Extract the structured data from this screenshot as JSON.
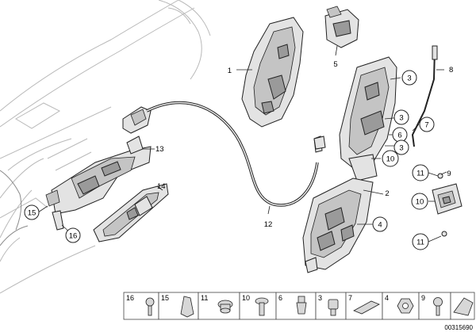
{
  "diagram": {
    "document_number": "00315690",
    "callouts": {
      "c1": "1",
      "c2": "2",
      "c3a": "3",
      "c3b": "3",
      "c3c": "3",
      "c4": "4",
      "c5": "5",
      "c6": "6",
      "c7": "7",
      "c8": "8",
      "c9": "9",
      "c10a": "10",
      "c10b": "10",
      "c11a": "11",
      "c11b": "11",
      "c12": "12",
      "c13": "13",
      "c14": "14",
      "c15": "15",
      "c16": "16"
    },
    "legend": [
      {
        "label": "16",
        "icon": "screw-icon"
      },
      {
        "label": "15",
        "icon": "clip-icon"
      },
      {
        "label": "11",
        "icon": "grommet-icon"
      },
      {
        "label": "10",
        "icon": "bolt-icon"
      },
      {
        "label": "6",
        "icon": "pin-clip-icon"
      },
      {
        "label": "3",
        "icon": "plug-icon"
      },
      {
        "label": "7",
        "icon": "foam-pad-icon"
      },
      {
        "label": "4",
        "icon": "nut-icon"
      },
      {
        "label": "9",
        "icon": "torx-screw-icon"
      }
    ]
  }
}
